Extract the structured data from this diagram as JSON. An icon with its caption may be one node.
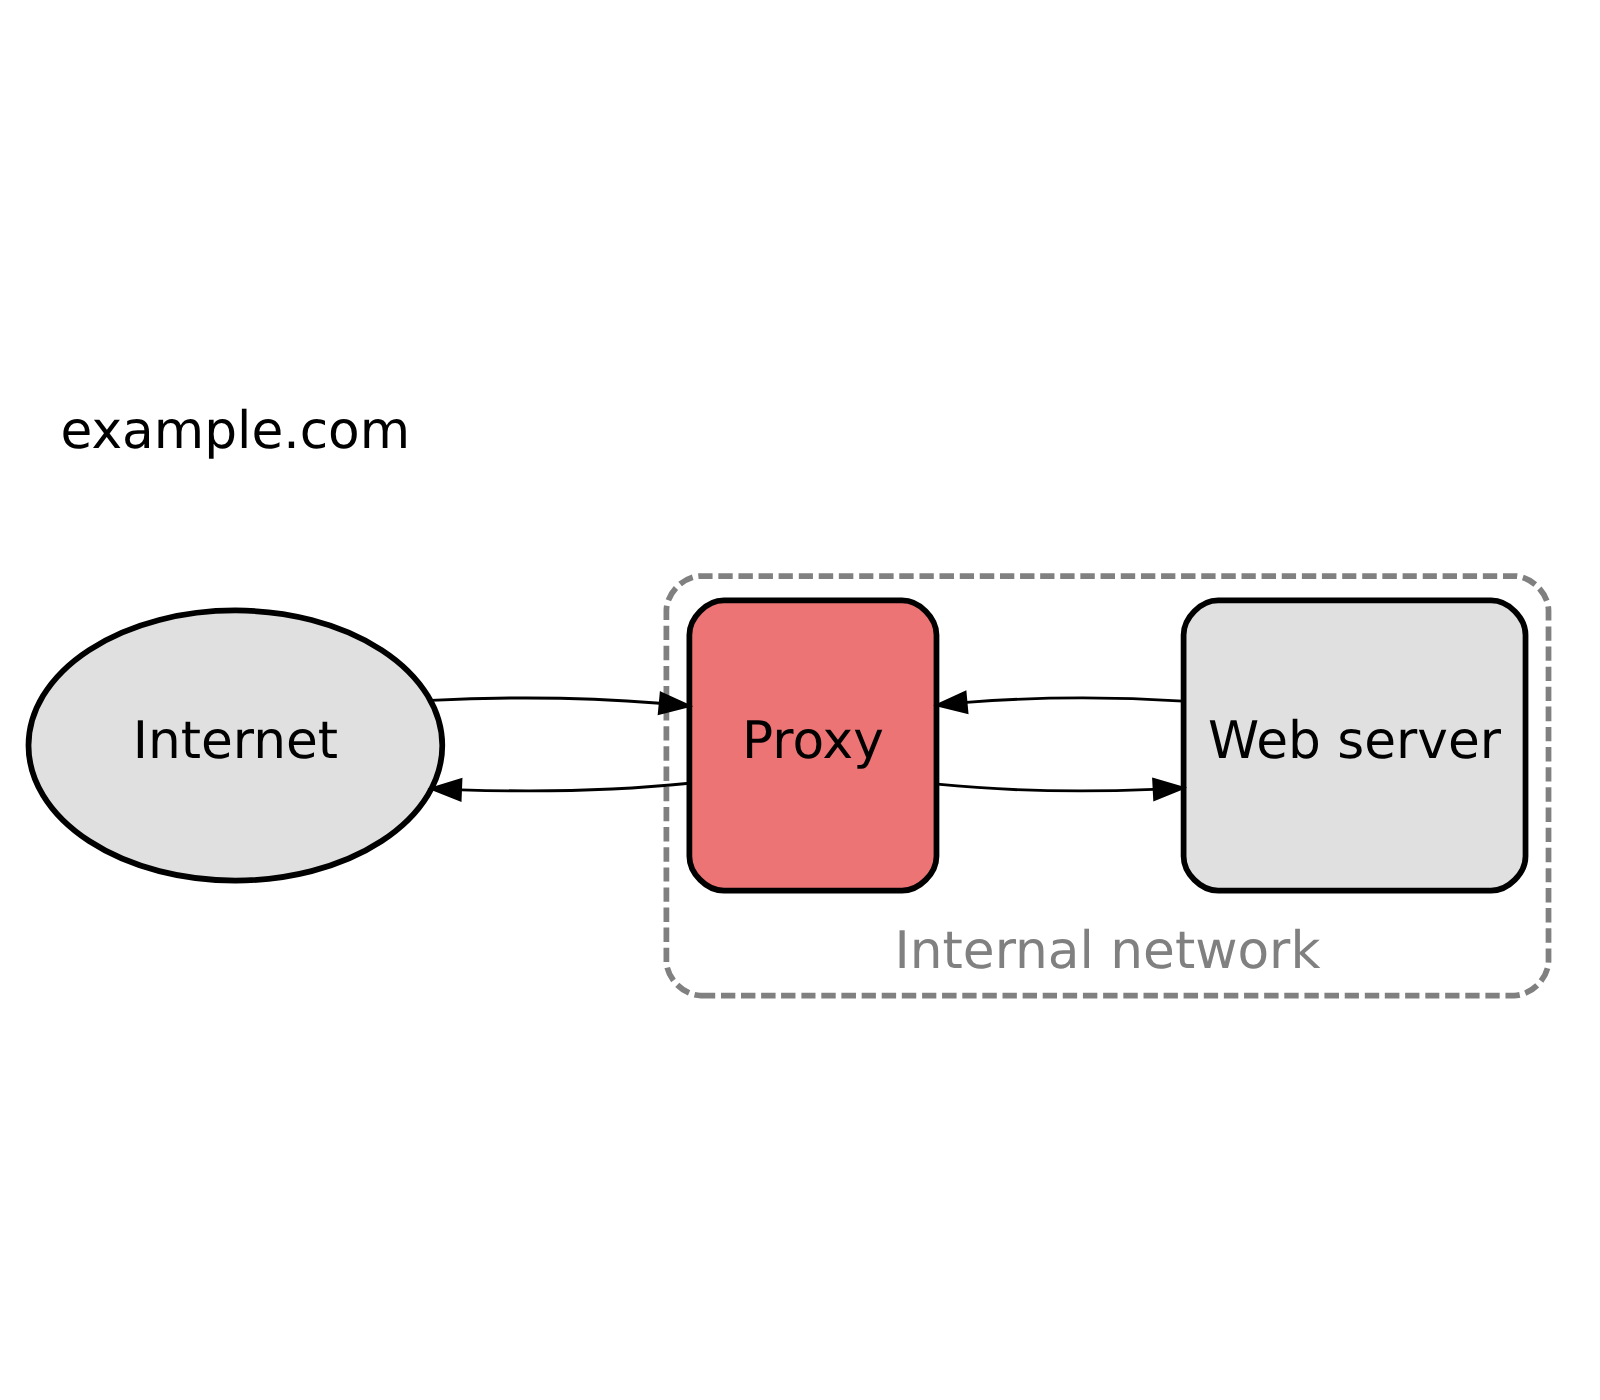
{
  "diagram": {
    "nodes": [
      {
        "text": [
          "Internal network"
        ]
      },
      {
        "text": [
          "Internet"
        ]
      },
      {
        "text": [
          "Proxy"
        ],
        "in": 0
      },
      {
        "text": [
          "Web server"
        ],
        "in": 0
      }
    ],
    "edges": [
      {
        "from": 1,
        "to": 2,
        "arrow": "to"
      },
      {
        "from": 2,
        "to": 1,
        "arrow": "to"
      },
      {
        "from": 2,
        "to": 3,
        "arrow": "to"
      },
      {
        "from": 3,
        "to": 2,
        "arrow": "to"
      }
    ],
    "labels": [
      "example.com"
    ]
  }
}
